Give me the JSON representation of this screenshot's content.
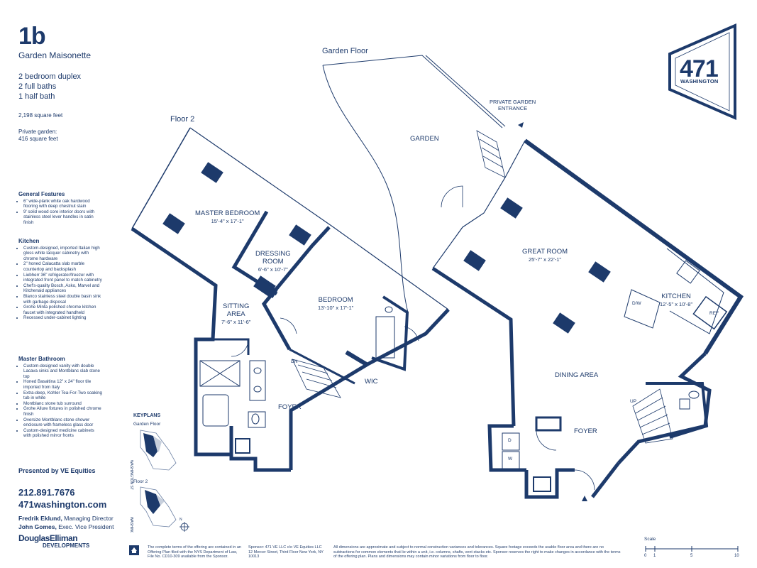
{
  "unit": {
    "id": "1b",
    "type": "Garden Maisonette",
    "specs": [
      "2 bedroom duplex",
      "2 full baths",
      "1 half bath"
    ],
    "square_feet": "2,198 square feet",
    "garden_label": "Private garden:",
    "garden_area": "416 square feet"
  },
  "features": {
    "general": {
      "title": "General Features",
      "items": [
        "6\" wide-plank white oak hardwood flooring with deep chestnut stain",
        "9' solid wood core interior doors with stainless steel lever handles in satin finish"
      ]
    },
    "kitchen": {
      "title": "Kitchen",
      "items": [
        "Custom-designed, imported Italian high gloss white lacquer cabinetry with chrome hardware",
        "2\" honed Calacatta slab marble countertop and backsplash",
        "Liebherr 36\" refrigerator/freezer with integrated front panel to match cabinetry",
        "Chef's-quality Bosch, Asko, Marvel and Kitchenaid appliances",
        "Blanco stainless steel double basin sink with garbage disposal",
        "Grohe Minta polished chrome kitchen faucet with integrated handheld",
        "Recessed under-cabinet lighting"
      ]
    },
    "bath": {
      "title": "Master Bathroom",
      "items": [
        "Custom-designed vanity with double Lacava sinks and Montblanc slab stone top",
        "Honed Basaltina 12\" x 24\" floor tile imported from Italy",
        "Extra-deep, Kohler Tea-For-Two soaking tub in white",
        "Montblanc stone tub surround",
        "Grohe Allure fixtures in polished chrome finish",
        "Oversize Montblanc stone shower enclosure with frameless glass door",
        "Custom-designed medicine cabinets with polished mirror fronts"
      ]
    }
  },
  "contact": {
    "presented_by": "Presented by VE Equities",
    "phone": "212.891.7676",
    "website": "471washington.com",
    "agent1_name": "Fredrik Eklund,",
    "agent1_title": " Managing Director",
    "agent2_name": "John Gomes,",
    "agent2_title": " Exec. Vice President",
    "brand_line1": "DouglasElliman",
    "brand_line2": "DEVELOPMENTS"
  },
  "keyplans": {
    "title": "KEYPLANS",
    "garden_floor": "Garden Floor",
    "floor2": "Floor 2",
    "street": "WASHINGTON ST",
    "north": "N"
  },
  "plan": {
    "garden_floor_title": "Garden Floor",
    "floor2_title": "Floor 2",
    "private_garden_entrance_1": "PRIVATE GARDEN",
    "private_garden_entrance_2": "ENTRANCE",
    "garden": "GARDEN",
    "master_bedroom": {
      "name": "MASTER BEDROOM",
      "dim": "15'-4\" x 17'-1\""
    },
    "dressing_room": {
      "name1": "DRESSING",
      "name2": "ROOM",
      "dim": "6'-6\" x 10'-7\""
    },
    "sitting_area": {
      "name1": "SITTING",
      "name2": "AREA",
      "dim": "7'-6\" x 11'-6\""
    },
    "bedroom": {
      "name": "BEDROOM",
      "dim": "13'-10\" x 17'-1\""
    },
    "wic": "WIC",
    "foyer_f2": "FOYER",
    "dn": "DN",
    "great_room": {
      "name": "GREAT ROOM",
      "dim": "25'-7\" x 22'-1\""
    },
    "kitchen": {
      "name": "KITCHEN",
      "dim": "12'-5\" x 10'-8\""
    },
    "dw": "D/W",
    "ref": "REF",
    "dining_area": "DINING AREA",
    "foyer_gf": "FOYER",
    "up": "UP",
    "d": "D",
    "w": "W"
  },
  "logo": {
    "number": "471",
    "name": "WASHINGTON"
  },
  "footer": {
    "offering": "The complete terms of the offering are contained in an Offering Plan filed with the NYS Department of Law, File No. CD10-309 available from the Sponsor.",
    "sponsor": "Sponsor: 471 VE LLC c/o VE Equities LLC 12 Mercer Street, Third Floor New York, NY 10013",
    "disclaimer": "All dimensions are approximate and subject to normal construction variances and tolerances. Square footage exceeds the usable floor area and there are no subtractions for common elements that lie within a unit, i.e. columns, shafts, vent stacks etc. Sponsor reserves the right to make changes in accordance with the terms of the offering plan. Plans and dimensions may contain minor variations from floor to floor.",
    "scale_label": "Scale",
    "scale_ticks": [
      "0",
      "1",
      "5",
      "10"
    ]
  },
  "colors": {
    "navy": "#1d3a6b",
    "wall": "#1d3a6b",
    "background": "#ffffff"
  }
}
